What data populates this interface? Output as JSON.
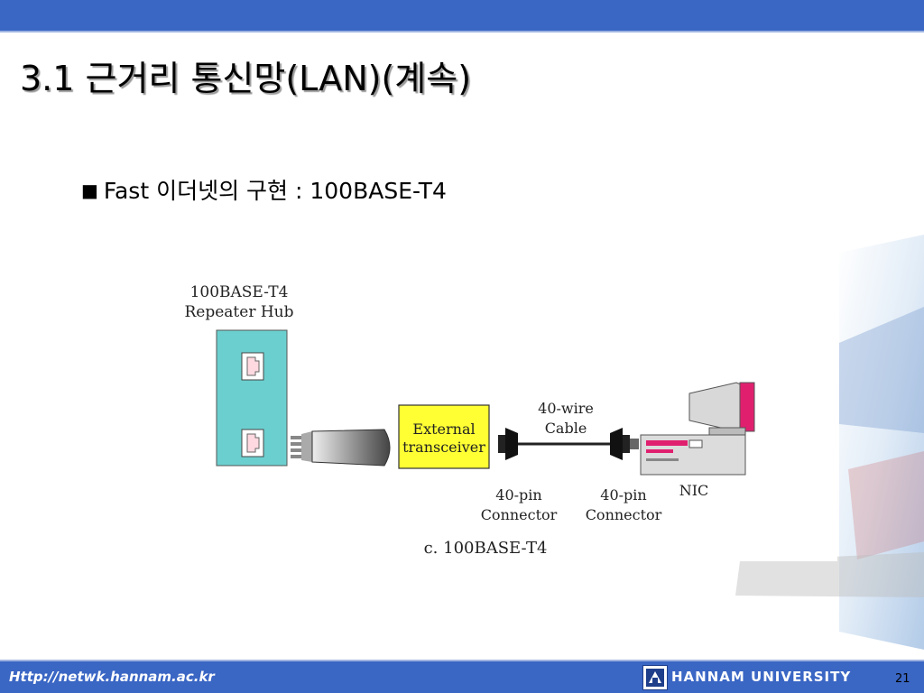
{
  "slide": {
    "title": "3.1 근거리 통신망(LAN)(계속)",
    "bullet": "Fast 이더넷의 구현 : 100BASE-T4",
    "bullet_marker": "■"
  },
  "diagram": {
    "hub_label_line1": "100BASE-T4",
    "hub_label_line2": "Repeater Hub",
    "transceiver_line1": "External",
    "transceiver_line2": "transceiver",
    "cable_line1": "40-wire",
    "cable_line2": "Cable",
    "connector1_line1": "40-pin",
    "connector1_line2": "Connector",
    "connector2_line1": "40-pin",
    "connector2_line2": "Connector",
    "nic_label": "NIC",
    "caption": "c. 100BASE-T4",
    "colors": {
      "hub": "#6ccfcf",
      "transceiver": "#ffff33",
      "monitor_screen": "#e0206f"
    }
  },
  "footer": {
    "url": "Http://netwk.hannam.ac.kr",
    "university": "HANNAM  UNIVERSITY",
    "page_number": "21"
  }
}
